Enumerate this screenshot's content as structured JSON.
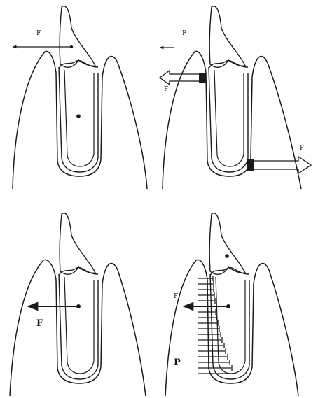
{
  "labels": {
    "p1_force": "F",
    "p2_force_top": "F",
    "p2_force_left": "F",
    "p2_force_right": "F",
    "p3_force": "F",
    "p4_force": "F",
    "p4_pressure": "P"
  },
  "colors": {
    "ink": "#1a1a1a",
    "background": "#ffffff"
  }
}
